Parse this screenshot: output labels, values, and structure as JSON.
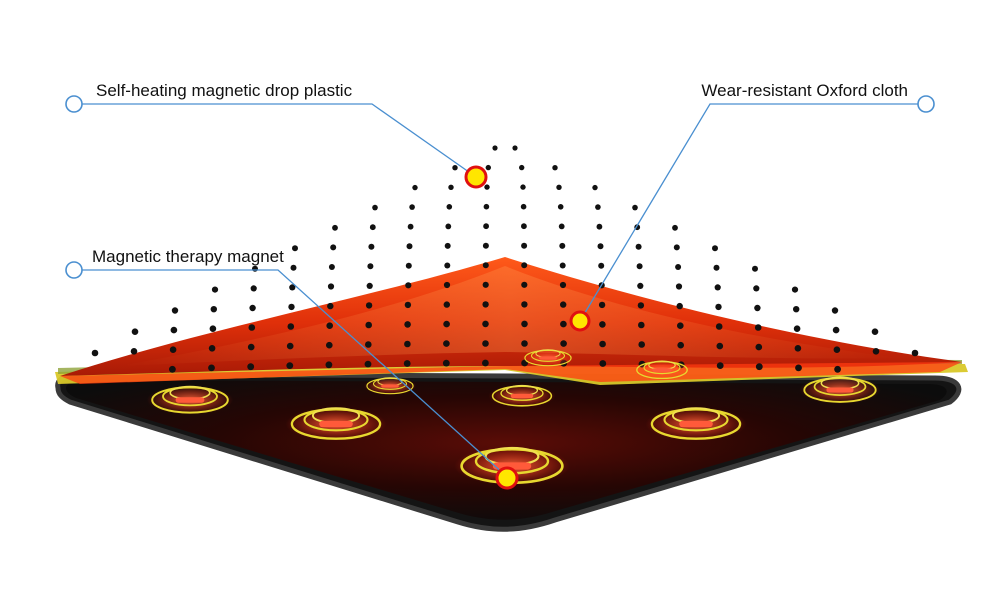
{
  "callouts": [
    {
      "id": "self-heating",
      "label": "Self-heating magnetic drop plastic"
    },
    {
      "id": "oxford-cloth",
      "label": "Wear-resistant Oxford cloth"
    },
    {
      "id": "therapy-magnet",
      "label": "Magnetic therapy magnet"
    }
  ],
  "colors": {
    "leader_line": "#4a8fd0",
    "hotspot_fill": "#ffe600",
    "hotspot_ring": "#e01010",
    "heat_layer": "#e0300a",
    "base_layer": "#1a1a1a",
    "magnet_ring": "#e8d830"
  },
  "icons": {
    "callout_marker": "hollow-circle-icon",
    "hotspot": "yellow-red-dot-icon",
    "magnet": "concentric-ring-magnet-icon"
  }
}
